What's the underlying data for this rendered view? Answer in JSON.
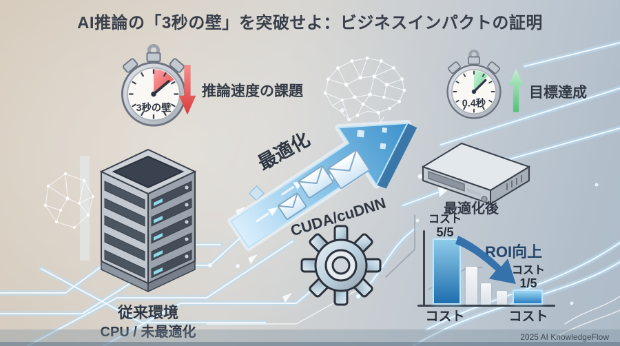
{
  "title": "AI推論の「3秒の壁」を突破せよ：ビジネスインパクトの証明",
  "problem": {
    "stopwatch_label": "3秒の壁",
    "caption": "推論速度の課題",
    "arrow_direction": "down",
    "arrow_color": "#e04444"
  },
  "goal": {
    "stopwatch_label": "0.4秒",
    "caption": "目標達成",
    "arrow_direction": "up",
    "arrow_color": "#5fc883"
  },
  "before_env": {
    "line1": "従来環境",
    "line2": "CPU / 未最適化"
  },
  "optimization": {
    "flow_label": "最適化",
    "tech_label": "CUDA/cuDNN"
  },
  "after_env": {
    "label": "最適化後"
  },
  "chart_data": {
    "type": "bar",
    "title": "ROI向上",
    "categories": [
      "コスト",
      "",
      "",
      "",
      "コスト"
    ],
    "values": [
      5,
      3,
      1.7,
      1.1,
      1
    ],
    "ylim": [
      0,
      5
    ],
    "grid": false,
    "legend": false,
    "value_label_before": "コスト",
    "value_fraction_before": "5/5",
    "value_label_after": "コスト",
    "value_fraction_after": "1/5",
    "xlabel_before": "コスト",
    "xlabel_after": "コスト",
    "annotation": "ROI向上",
    "bar_colors": [
      "#1e6fae",
      "#e2e8ed",
      "#e2e8ed",
      "#e2e8ed",
      "#2a7fc0"
    ],
    "bar_gradients": [
      [
        "#8ecbea",
        "#1e6fae"
      ],
      [
        "#fafbfc",
        "#dde4ea"
      ],
      [
        "#fafbfc",
        "#dde4ea"
      ],
      [
        "#fafbfc",
        "#dde4ea"
      ],
      [
        "#9fd8f2",
        "#2a7fc0"
      ]
    ]
  },
  "footer": {
    "credit": "2025 AI KnowledgeFlow"
  },
  "colors": {
    "title_text": "#383f4a",
    "problem_red": "#e04444",
    "goal_green": "#5fc883",
    "flow_arrow_blue": "#3d92cc",
    "roi_arrow_blue": "#2d6da8",
    "axis_dark": "#39424d"
  },
  "icons": {
    "problem_timer": "stopwatch-icon",
    "goal_timer": "stopwatch-icon",
    "down_arrow": "red-down-arrow-icon",
    "up_arrow": "green-up-arrow-icon",
    "brain": "neural-network-brain-icon",
    "server": "server-tower-icon",
    "optimized_box": "compact-server-icon",
    "flow": "big-flow-arrow-icon",
    "messages": "envelope-icon",
    "gear": "gear-icon",
    "roi": "roi-down-arrow-icon"
  }
}
